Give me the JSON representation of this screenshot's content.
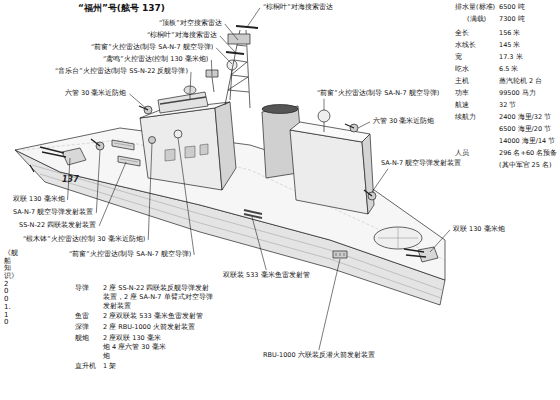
{
  "diagram": {
    "title": "“福州”号(舷号 137)",
    "labels": [
      "“棕桐叶”对海搜索雷达",
      "“顶板”对空搜索雷达",
      "“棕桐叶”对海搜索雷达",
      "“前窗”火控雷达(制导 SA-N-7 舰空导弹)",
      "“鸢鸣”火控雷达(控制 130 毫米炮)",
      "“音乐台”火控雷达(制导 SS-N-22 反舰导弹)",
      "六管 30 毫米近防炮",
      "“前窗”火控雷达(制导 SA-N-7 舰空导弹)",
      "六管 30 毫米近防炮",
      "SA-N-7 舰空导弹发射装置",
      "双联 130 毫米炮",
      "SA-N-7 舰空导弹发射装置",
      "SS-N-22 四联装发射装置",
      "“椴木钵”火控雷达(控制 30 毫米近防炮)",
      "“前窗”火控雷达(制导 SA-N-7 舰空导弹)",
      "双联装 533 毫米鱼雷发射管",
      "双联 130 毫米炮",
      "RBU-1000 六联装反潜火箭发射装置",
      "137",
      "排水量(标准)",
      "6500 吨",
      "(满载)",
      "7300 吨",
      "全长",
      "156 米",
      "水线长",
      "145 米",
      "宽",
      "17.3 米",
      "吃水",
      "6.5 米",
      "主机",
      "蒸汽轮机 2 台",
      "功率",
      "99500 马力",
      "航速",
      "32 节",
      "续航力",
      "2400 海里/32 节",
      "6500 海里/20 节",
      "14000 海里/14 节",
      "人员",
      "296 名+60 名预备",
      "(其中军官 25 名)",
      "导弹",
      "2 座 SS-N-22 四联装反舰导弹发射装置，2 座 SA-N-7 单臂式对空导弹发射装置",
      "鱼雷",
      "2 座双联装 533 毫米鱼雷发射管",
      "深弹",
      "2 座 RBU-1000 火箭发射装置",
      "舰炮",
      "2 座双联 130 毫米炮 4 座六管 30 毫米炮",
      "直升机",
      "1 架",
      "《舰船知识》2001.10"
    ]
  }
}
